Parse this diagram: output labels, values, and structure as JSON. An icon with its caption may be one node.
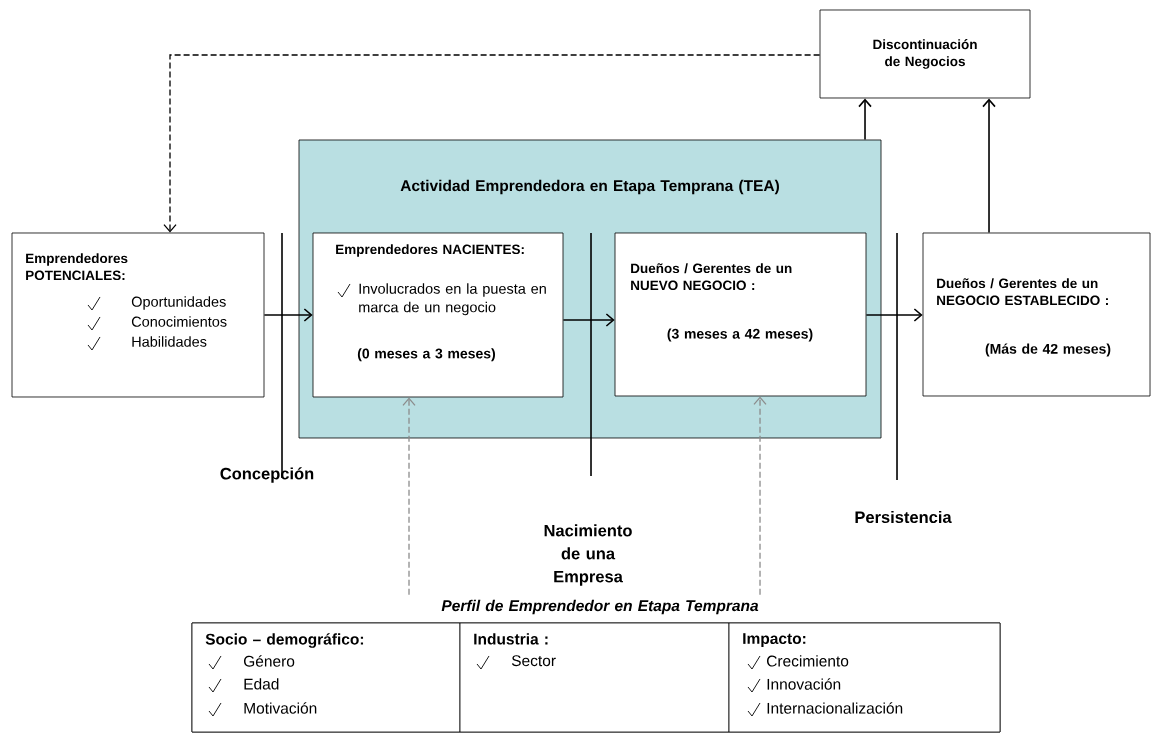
{
  "diagram": {
    "nodes": [
      {
        "text": [
          "Discontinuación de Negocios"
        ]
      },
      {
        "text": [
          "Actividad Emprendedora en Etapa Temprana (TEA)"
        ]
      },
      {
        "text": [
          "Emprendedores POTENCIALES:",
          "Oportunidades",
          "Conocimientos",
          "Habilidades"
        ]
      },
      {
        "text": [
          "Emprendedores NACIENTES:",
          "Involucrados en la puesta en marca de un negocio",
          "(0 meses a 3 meses)"
        ],
        "in": 1
      },
      {
        "text": [
          "Dueños / Gerentes de un NUEVO NEGOCIO :",
          "(3 meses a 42 meses)"
        ],
        "in": 1
      },
      {
        "text": [
          "Dueños / Gerentes de un NEGOCIO ESTABLECIDO :",
          "(Más de 42 meses)"
        ]
      },
      {
        "text": [
          "Perfil de Emprendedor en Etapa Temprana"
        ]
      },
      {
        "text": [
          "Socio – demográfico:",
          "Género",
          "Edad",
          "Motivación"
        ],
        "in": 6
      },
      {
        "text": [
          "Industria :",
          "Sector"
        ],
        "in": 6
      },
      {
        "text": [
          "Impacto:",
          "Crecimiento",
          "Innovación",
          "Internacionalización"
        ],
        "in": 6
      }
    ],
    "edges": [
      {
        "from": 2,
        "to": 3,
        "arrow": "to"
      },
      {
        "from": 3,
        "to": 4,
        "arrow": "to"
      },
      {
        "from": 4,
        "to": 5,
        "arrow": "to"
      },
      {
        "from": 1,
        "to": 0,
        "arrow": "to"
      },
      {
        "from": 5,
        "to": 0,
        "arrow": "to"
      },
      {
        "from": 0,
        "to": 2,
        "arrow": "to",
        "style": "dashed"
      },
      {
        "from": 6,
        "to": 3,
        "arrow": "to",
        "style": "dashed",
        "color": "#8c8c8c"
      },
      {
        "from": 6,
        "to": 4,
        "arrow": "to",
        "style": "dashed",
        "color": "#8c8c8c"
      }
    ],
    "labels": [
      "Concepción",
      "Nacimiento de una Empresa",
      "Persistencia"
    ]
  }
}
